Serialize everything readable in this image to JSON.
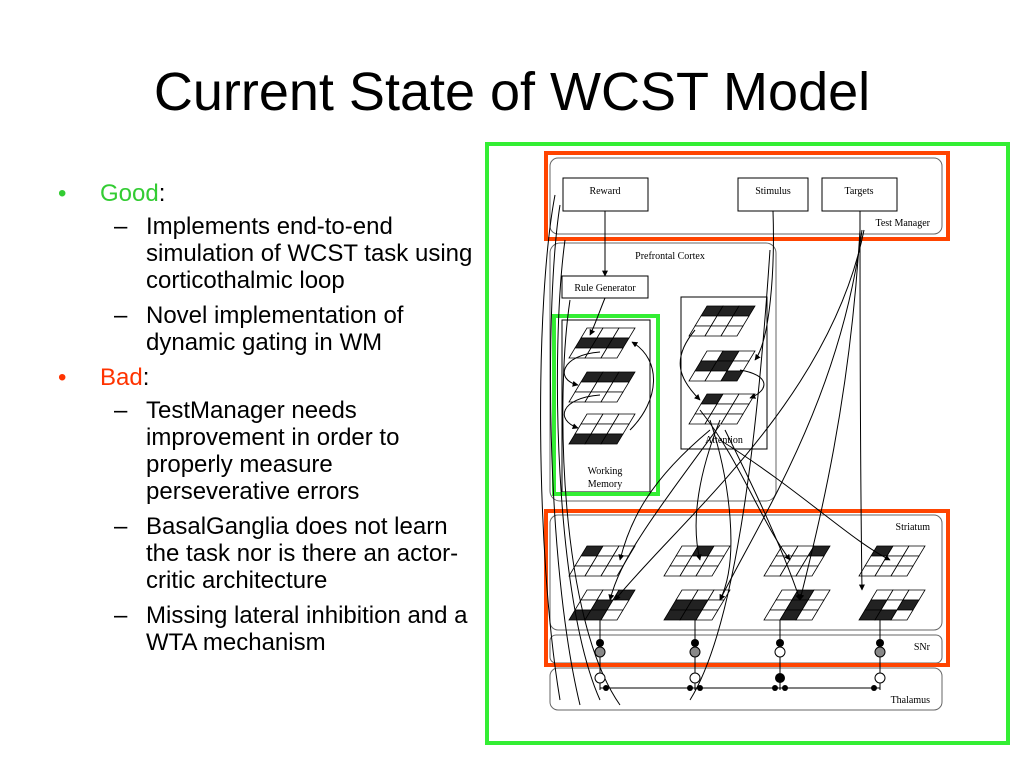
{
  "slide": {
    "title": "Current State of WCST Model"
  },
  "bullets": {
    "good": {
      "marker": "•",
      "label": "Good",
      "colon": ":"
    },
    "good_items": [
      "Implements end-to-end simulation of WCST task using corticothalmic loop",
      "Novel implementation of dynamic gating in WM"
    ],
    "bad": {
      "marker": "•",
      "label": "Bad",
      "colon": ":"
    },
    "bad_items": [
      "TestManager needs improvement in order to properly measure perseverative errors",
      "BasalGanglia does not learn the task nor is there an actor-critic architecture",
      "Missing lateral inhibition and a WTA mechanism"
    ],
    "dash": "–"
  },
  "diagram": {
    "reward": "Reward",
    "stimulus": "Stimulus",
    "targets": "Targets",
    "test_manager": "Test Manager",
    "prefrontal_cortex": "Prefrontal Cortex",
    "rule_generator": "Rule Generator",
    "working_memory_line1": "Working",
    "working_memory_line2": "Memory",
    "attention": "Attention",
    "striatum": "Striatum",
    "snr": "SNr",
    "thalamus": "Thalamus"
  },
  "colors": {
    "good": "#33cc33",
    "bad": "#ff3300",
    "green_box": "#33ee33",
    "red_box": "#ff4400"
  }
}
